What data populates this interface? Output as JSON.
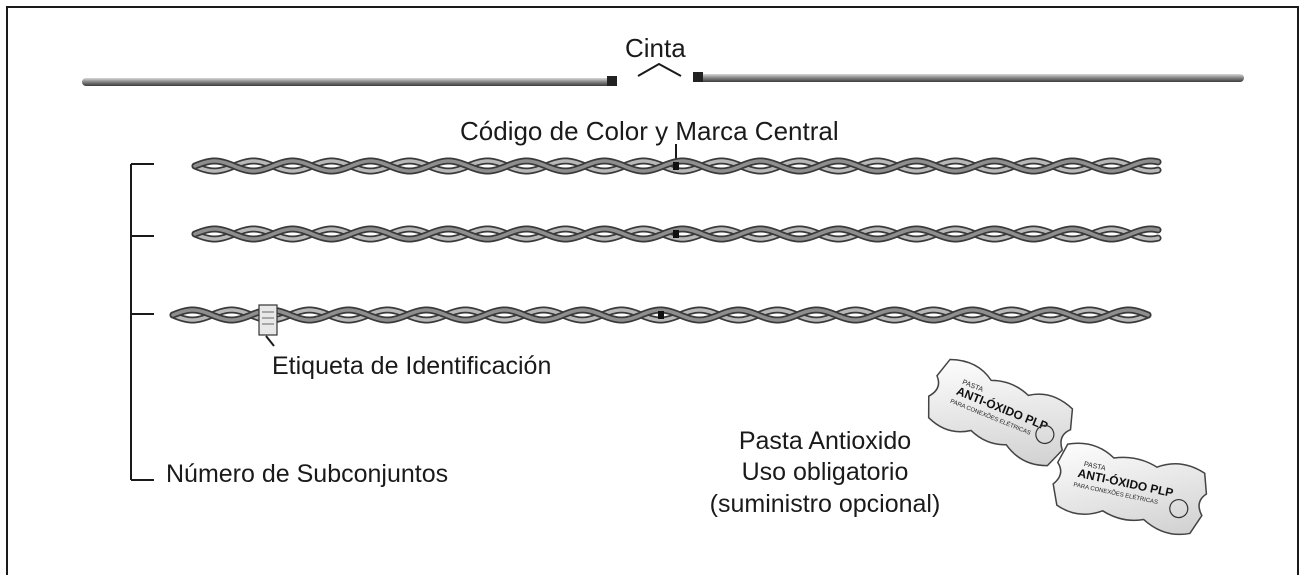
{
  "labels": {
    "cinta": "Cinta",
    "codigo": "Código de Color y Marca Central",
    "etiqueta": "Etiqueta de Identificación",
    "numero": "Número de Subconjuntos"
  },
  "pasta": {
    "line1": "Pasta Antioxido",
    "line2": "Uso obligatorio",
    "line3": "(suministro opcional)",
    "packet_small": "PASTA",
    "packet_brand": "ANTI-ÓXIDO PLP",
    "packet_sub": "PARA CONEXÕES ELÉTRICAS"
  },
  "colors": {
    "line": "#1a1a1a",
    "wire": "#8c8c8c",
    "wire_dark": "#4a4a4a",
    "packet": "#f2f2f2"
  }
}
